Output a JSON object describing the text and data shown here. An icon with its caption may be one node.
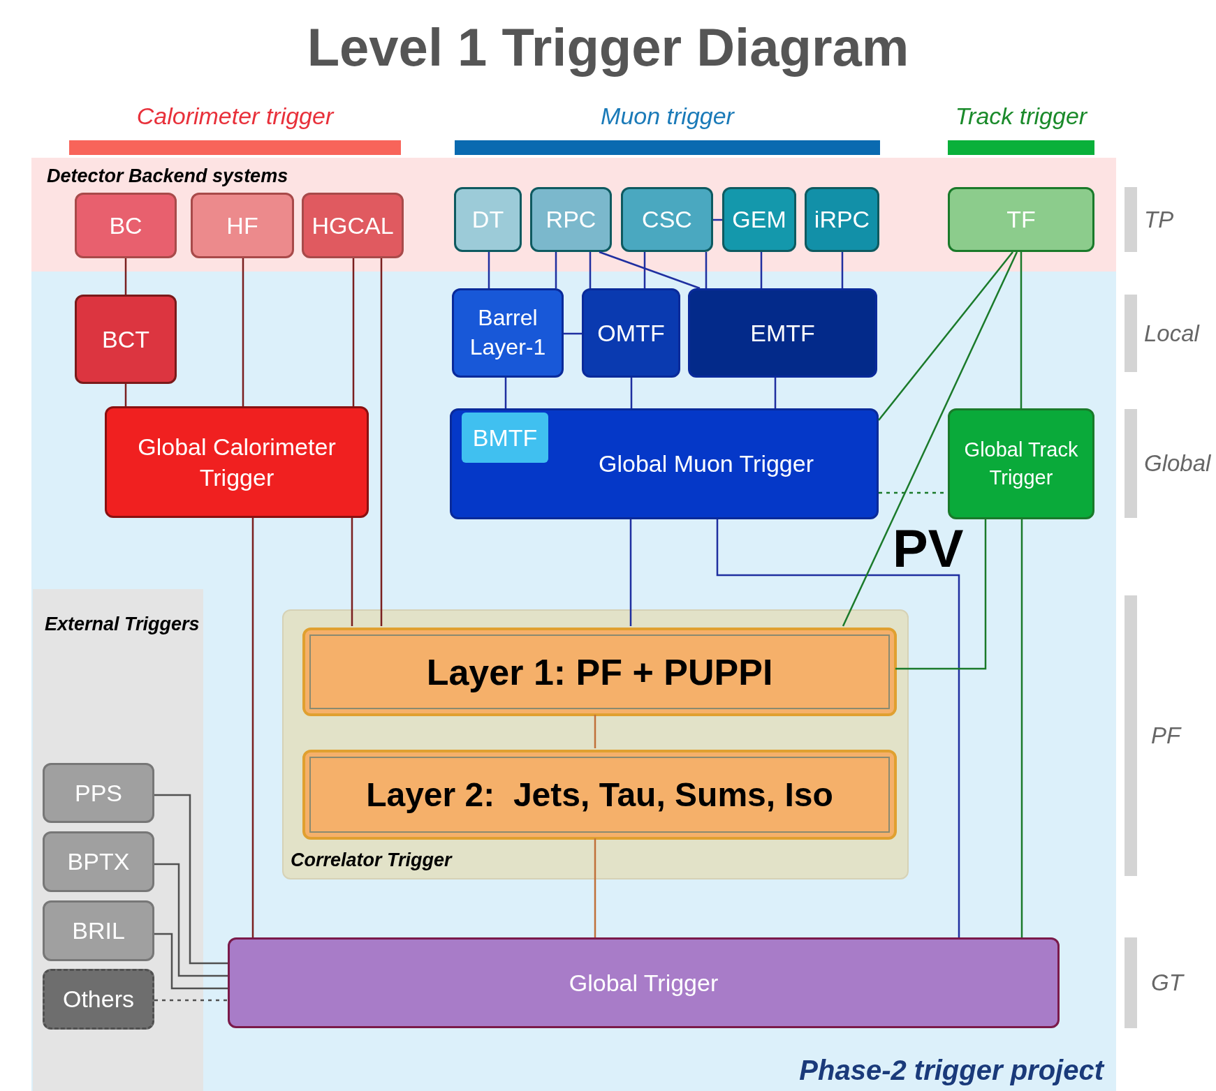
{
  "diagram": {
    "title": "Level 1 Trigger Diagram",
    "nodes": [
      {
        "text": [
          "Detector Backend systems"
        ]
      },
      {
        "text": [
          "BC"
        ],
        "in": 0
      },
      {
        "text": [
          "HF"
        ],
        "in": 0
      },
      {
        "text": [
          "HGCAL"
        ],
        "in": 0
      },
      {
        "text": [
          "DT"
        ],
        "in": 0
      },
      {
        "text": [
          "RPC"
        ],
        "in": 0
      },
      {
        "text": [
          "CSC"
        ],
        "in": 0
      },
      {
        "text": [
          "GEM"
        ],
        "in": 0
      },
      {
        "text": [
          "iRPC"
        ],
        "in": 0
      },
      {
        "text": [
          "TF"
        ],
        "in": 0
      },
      {
        "text": [
          "Phase-2 trigger project"
        ]
      },
      {
        "text": [
          "BCT"
        ],
        "in": 10
      },
      {
        "text": [
          "Barrel Layer-1"
        ],
        "in": 10
      },
      {
        "text": [
          "OMTF"
        ],
        "in": 10
      },
      {
        "text": [
          "EMTF"
        ],
        "in": 10
      },
      {
        "text": [
          "Global Calorimeter Trigger"
        ],
        "in": 10
      },
      {
        "text": [
          "Global Muon Trigger"
        ],
        "in": 10
      },
      {
        "text": [
          "BMTF"
        ],
        "in": 16
      },
      {
        "text": [
          "Global Track Trigger"
        ],
        "in": 10
      },
      {
        "text": [
          "External Triggers"
        ],
        "in": 10
      },
      {
        "text": [
          "Correlator Trigger"
        ],
        "in": 10
      },
      {
        "text": [
          "Layer 1: PF + PUPPI"
        ],
        "in": 20
      },
      {
        "text": [
          "Layer 2:  Jets, Tau, Sums, Iso"
        ],
        "in": 20
      },
      {
        "text": [
          "PPS"
        ],
        "in": 19
      },
      {
        "text": [
          "BPTX"
        ],
        "in": 19
      },
      {
        "text": [
          "BRIL"
        ],
        "in": 19
      },
      {
        "text": [
          "Others"
        ],
        "in": 19
      },
      {
        "text": [
          "Global Trigger"
        ],
        "in": 10
      },
      {
        "text": [
          "Calorimeter trigger"
        ]
      },
      {
        "text": [
          "Muon trigger"
        ]
      },
      {
        "text": [
          "Track trigger"
        ]
      },
      {
        "text": [
          "TP"
        ]
      },
      {
        "text": [
          "Local"
        ]
      },
      {
        "text": [
          "Global"
        ]
      },
      {
        "text": [
          "PF"
        ]
      },
      {
        "text": [
          "GT"
        ]
      }
    ],
    "edges": [
      {
        "from": 1,
        "to": 11,
        "arrow": "none",
        "color": "#7a1f1f"
      },
      {
        "from": 11,
        "to": 15,
        "arrow": "none",
        "color": "#7a1f1f"
      },
      {
        "from": 2,
        "to": 15,
        "arrow": "none",
        "color": "#7a1f1f"
      },
      {
        "from": 3,
        "to": 15,
        "arrow": "none",
        "color": "#7a1f1f"
      },
      {
        "from": 3,
        "to": 21,
        "arrow": "none",
        "color": "#7a1f1f"
      },
      {
        "from": 15,
        "to": 21,
        "arrow": "none",
        "color": "#7a1f1f"
      },
      {
        "from": 15,
        "to": 27,
        "arrow": "none",
        "color": "#7a1f1f"
      },
      {
        "from": 4,
        "to": 12,
        "arrow": "none"
      },
      {
        "from": 5,
        "to": 12,
        "arrow": "none"
      },
      {
        "from": 5,
        "to": 13,
        "arrow": "none"
      },
      {
        "from": 5,
        "to": 14,
        "arrow": "none"
      },
      {
        "from": 6,
        "to": 13,
        "arrow": "none"
      },
      {
        "from": 6,
        "to": 14,
        "arrow": "none"
      },
      {
        "from": 6,
        "to": 7,
        "arrow": "none"
      },
      {
        "from": 7,
        "to": 14,
        "arrow": "none"
      },
      {
        "from": 8,
        "to": 14,
        "arrow": "none"
      },
      {
        "from": 12,
        "to": 13,
        "arrow": "none"
      },
      {
        "from": 12,
        "to": 16,
        "arrow": "none"
      },
      {
        "from": 13,
        "to": 16,
        "arrow": "none"
      },
      {
        "from": 14,
        "to": 16,
        "arrow": "none"
      },
      {
        "from": 16,
        "to": 21,
        "arrow": "none"
      },
      {
        "from": 16,
        "to": 27,
        "arrow": "none"
      },
      {
        "from": 9,
        "to": 16,
        "arrow": "none",
        "color": "#1a7a2a"
      },
      {
        "from": 9,
        "to": 21,
        "arrow": "none",
        "color": "#1a7a2a"
      },
      {
        "from": 9,
        "to": 18,
        "arrow": "none",
        "color": "#1a7a2a"
      },
      {
        "from": 16,
        "to": 18,
        "arrow": "none",
        "style": "dashed",
        "color": "#1a7a2a"
      },
      {
        "from": 18,
        "to": 21,
        "arrow": "none",
        "color": "#1a7a2a"
      },
      {
        "from": 18,
        "to": 27,
        "arrow": "none",
        "color": "#1a7a2a"
      },
      {
        "from": 23,
        "to": 27,
        "arrow": "none",
        "color": "#505050"
      },
      {
        "from": 24,
        "to": 27,
        "arrow": "none",
        "color": "#505050"
      },
      {
        "from": 25,
        "to": 27,
        "arrow": "none",
        "color": "#505050"
      },
      {
        "from": 26,
        "to": 27,
        "arrow": "none",
        "style": "dashed",
        "color": "#505050"
      },
      {
        "from": 21,
        "to": 22,
        "arrow": "none",
        "color": "#c0703a"
      },
      {
        "from": 22,
        "to": 27,
        "arrow": "none",
        "color": "#c0703a"
      }
    ],
    "labels": [
      "PV"
    ]
  }
}
